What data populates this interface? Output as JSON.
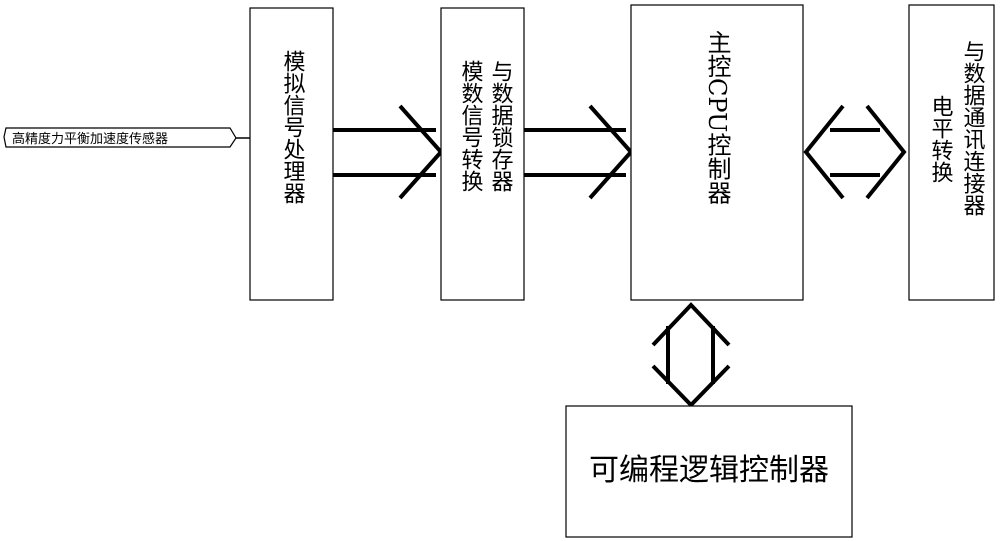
{
  "sensor": {
    "label": "高精度力平衡加速度传感器"
  },
  "blocks": {
    "analog_processor": {
      "label": "模拟信号处理器"
    },
    "adc_latch": {
      "line1": "模数信号转换",
      "line2": "与数据锁存器"
    },
    "cpu_controller": {
      "label": "主控CPU控制器"
    },
    "level_comm": {
      "line1": "电平转换",
      "line2": "与数据通讯连接器"
    },
    "plc": {
      "label": "可编程逻辑控制器"
    }
  }
}
